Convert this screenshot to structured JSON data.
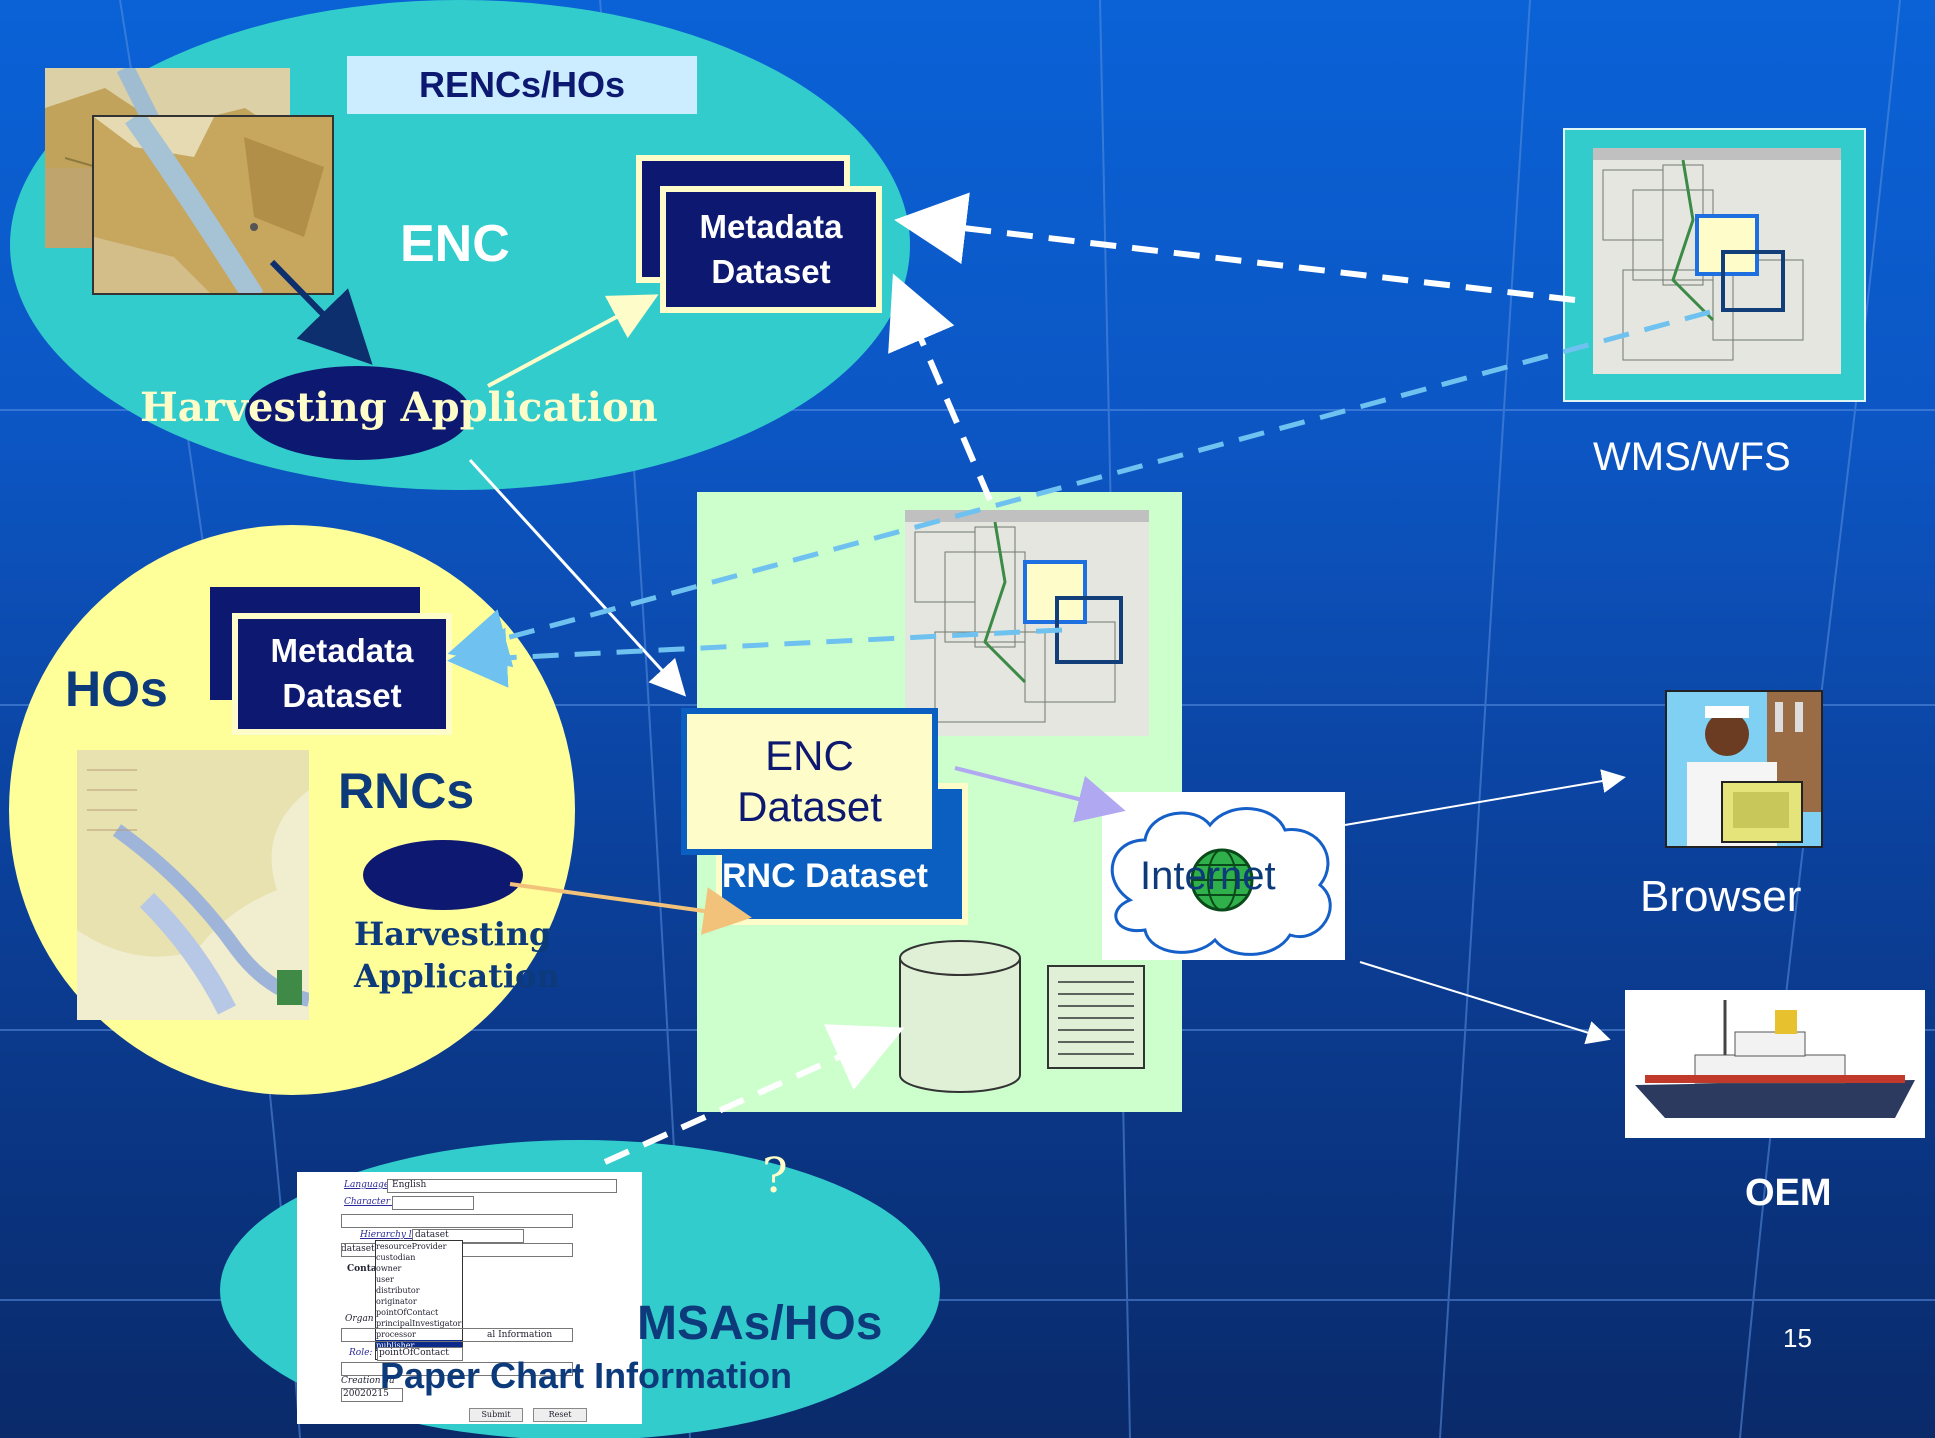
{
  "renc_header": "RENCs/HOs",
  "enc_cluster": {
    "title": "ENC",
    "metadata_box": [
      "Metadata",
      "Dataset"
    ],
    "harvesting": "Harvesting Application"
  },
  "ho_cluster": {
    "hos": "HOs",
    "rncs": "RNCs",
    "metadata_box": [
      "Metadata",
      "Dataset"
    ],
    "harvesting": [
      "Harvesting",
      "Application"
    ]
  },
  "center": {
    "enc_dataset": [
      "ENC",
      "Dataset"
    ],
    "rnc_dataset": "RNC Dataset"
  },
  "internet": "Internet",
  "clients": {
    "wms": "WMS/WFS",
    "browser": "Browser",
    "oem": "OEM"
  },
  "msa_cluster": {
    "title": "MSAs/HOs",
    "paper_chart": "Paper Chart Information"
  },
  "question_mark": "?",
  "page_number": "15",
  "metadata_form": {
    "language_label": "Language:",
    "language_value": "English",
    "charset_label": "Character set:",
    "hierarchy_label": "Hierarchy level:",
    "hierarchy_value": "dataset",
    "row_dataset": "dataset",
    "contact_label": "Contact",
    "org_label": "Organ",
    "role_label": "Role:",
    "role_value": "pointOfContact",
    "creation_label": "Creation da",
    "creation_value": "20020215",
    "role_options": [
      "resourceProvider",
      "custodian",
      "owner",
      "user",
      "distributor",
      "originator",
      "pointOfContact",
      "principalInvestigator",
      "processor",
      "publisher"
    ],
    "info_text": "al Information",
    "submit_label": "Submit",
    "reset_label": "Reset"
  }
}
